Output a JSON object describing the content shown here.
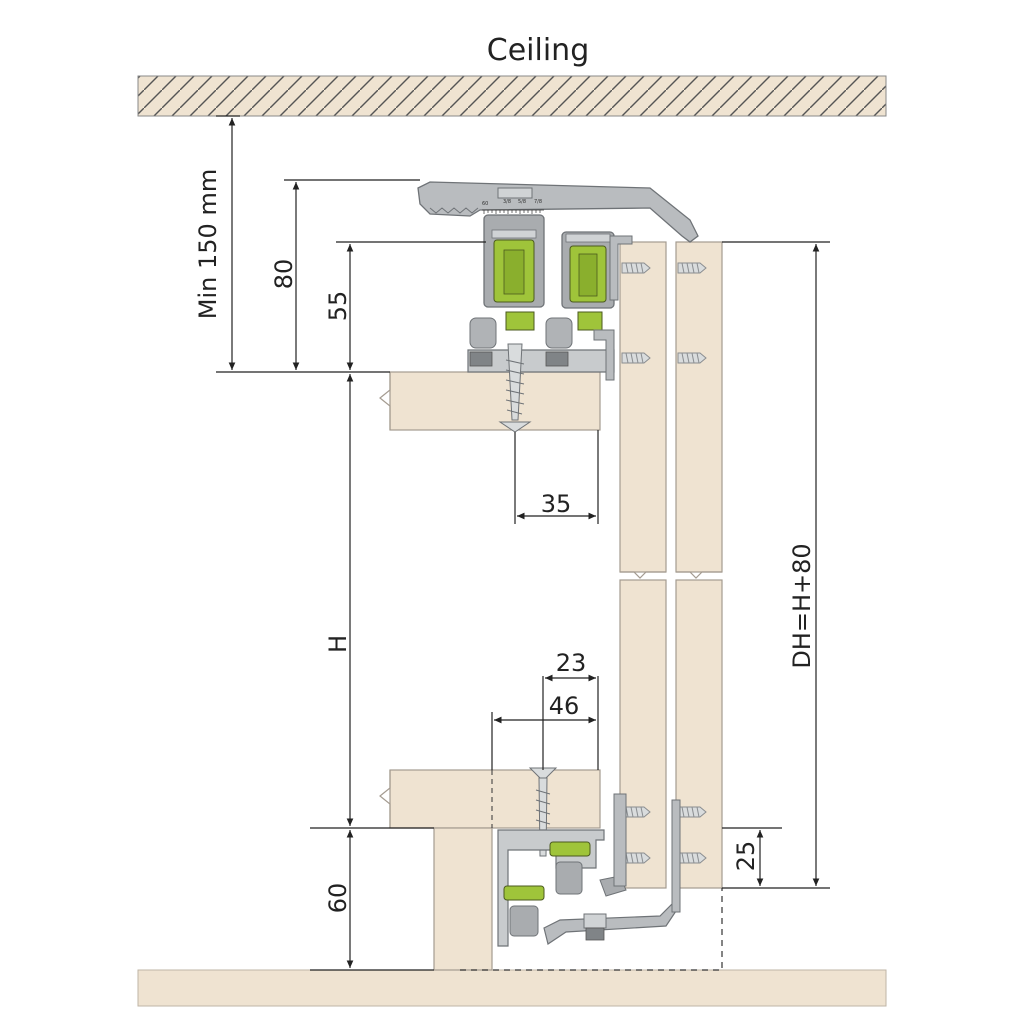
{
  "title": "Ceiling",
  "dimensions": {
    "min_clearance": "Min 150 mm",
    "track_height": "80",
    "wheel_height": "55",
    "screw_offset_top": "35",
    "opening_height": "H",
    "door_height": "DH=H+80",
    "bottom_offset_23": "23",
    "bottom_offset_46": "46",
    "bottom_height": "25",
    "floor_gap": "60"
  },
  "scale_marks": [
    "60",
    "3/8",
    "5/8",
    "7/8"
  ],
  "colors": {
    "ceiling_fill": "#efe3d1",
    "wood": "#efe3d1",
    "wood_edge": "#a49b90",
    "metal": "#b9bcbf",
    "metal_dark": "#7d8185",
    "green": "#9fc43a",
    "line": "#222222"
  }
}
